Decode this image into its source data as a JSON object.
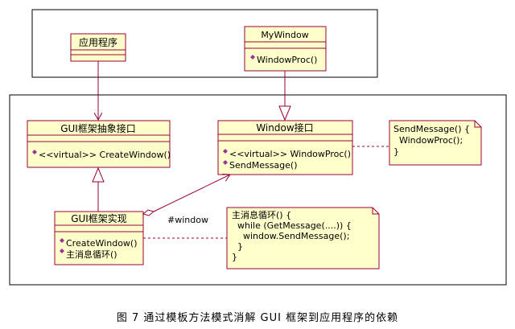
{
  "frames": {
    "upper": {},
    "lower": {}
  },
  "classes": {
    "app": {
      "name": "应用程序",
      "members": []
    },
    "mywindow": {
      "name": "MyWindow",
      "members": [
        "WindowProc()"
      ]
    },
    "gui_interface": {
      "name": "GUI框架抽象接口",
      "members": [
        "<<virtual>> CreateWindow()"
      ]
    },
    "window_interface": {
      "name": "Window接口",
      "members": [
        "<<virtual>> WindowProc()",
        "SendMessage()"
      ]
    },
    "gui_impl": {
      "name": "GUI框架实现",
      "members": [
        "CreateWindow()",
        "主消息循环()"
      ]
    }
  },
  "notes": {
    "sendmessage": [
      "SendMessage() {",
      "  WindowProc();",
      "}"
    ],
    "mainloop": [
      "主消息循环() {",
      "  while (GetMessage(....)) {",
      "    window.SendMessage();",
      "  }",
      "}"
    ]
  },
  "association_label": "#window",
  "caption": "图  7  通过模板方法模式消解 GUI 框架到应用程序的依赖",
  "colors": {
    "class_fill": "#ffffcc",
    "border": "#99003a",
    "member_marker": "#993399",
    "frame": "#000000"
  }
}
